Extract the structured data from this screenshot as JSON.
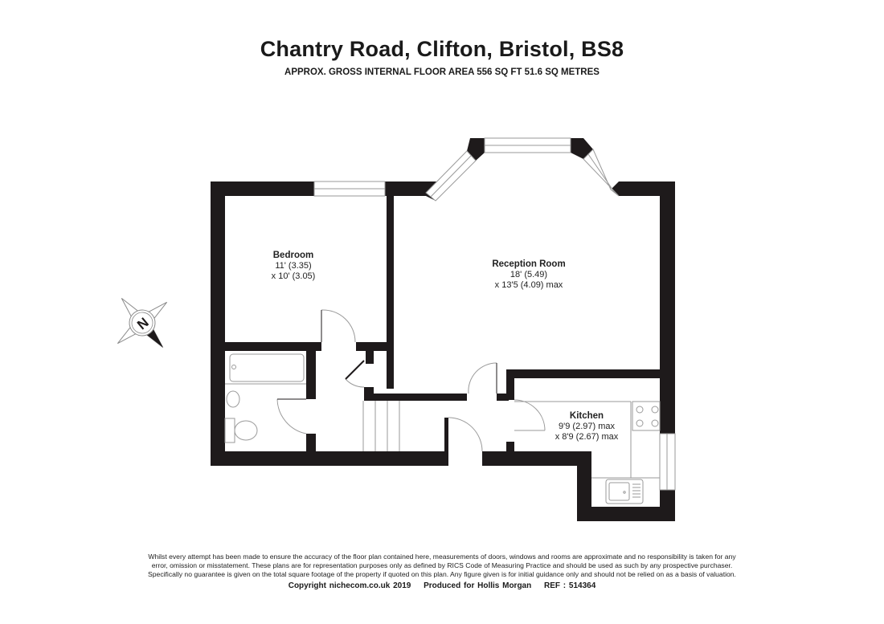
{
  "header": {
    "title": "Chantry Road, Clifton, Bristol, BS8",
    "subtitle": "APPROX. GROSS INTERNAL FLOOR AREA 556 SQ FT 51.6 SQ METRES"
  },
  "rooms": [
    {
      "name": "Bedroom",
      "dim1": "11' (3.35)",
      "dim2": "x 10' (3.05)"
    },
    {
      "name": "Reception Room",
      "dim1": "18' (5.49)",
      "dim2": "x 13'5 (4.09) max"
    },
    {
      "name": "Kitchen",
      "dim1": "9'9 (2.97) max",
      "dim2": "x 8'9 (2.67) max"
    }
  ],
  "compass": {
    "label": "N",
    "icon": "compass-rose-icon"
  },
  "disclaimer": {
    "line1": "Whilst every attempt has been made to ensure the accuracy of the floor plan contained here, measurements of doors, windows and rooms are approximate and no responsibility is taken for any",
    "line2": "error, omission or misstatement. These plans are for representation purposes only as defined by RICS Code of Measuring Practice and should be used as such by any prospective purchaser.",
    "line3": "Specifically no guarantee is given on the total square footage of the property if quoted on this plan. Any figure given is for initial guidance only and should not be relied on as a basis of valuation."
  },
  "footer": {
    "copyright": "Copyright nichecom.co.uk 2019",
    "produced_for": "Produced for Hollis Morgan",
    "reference": "REF : 514364"
  },
  "colors": {
    "wall": "#1e1a1b",
    "fixture_line": "#9a9a9a",
    "background": "#ffffff"
  }
}
